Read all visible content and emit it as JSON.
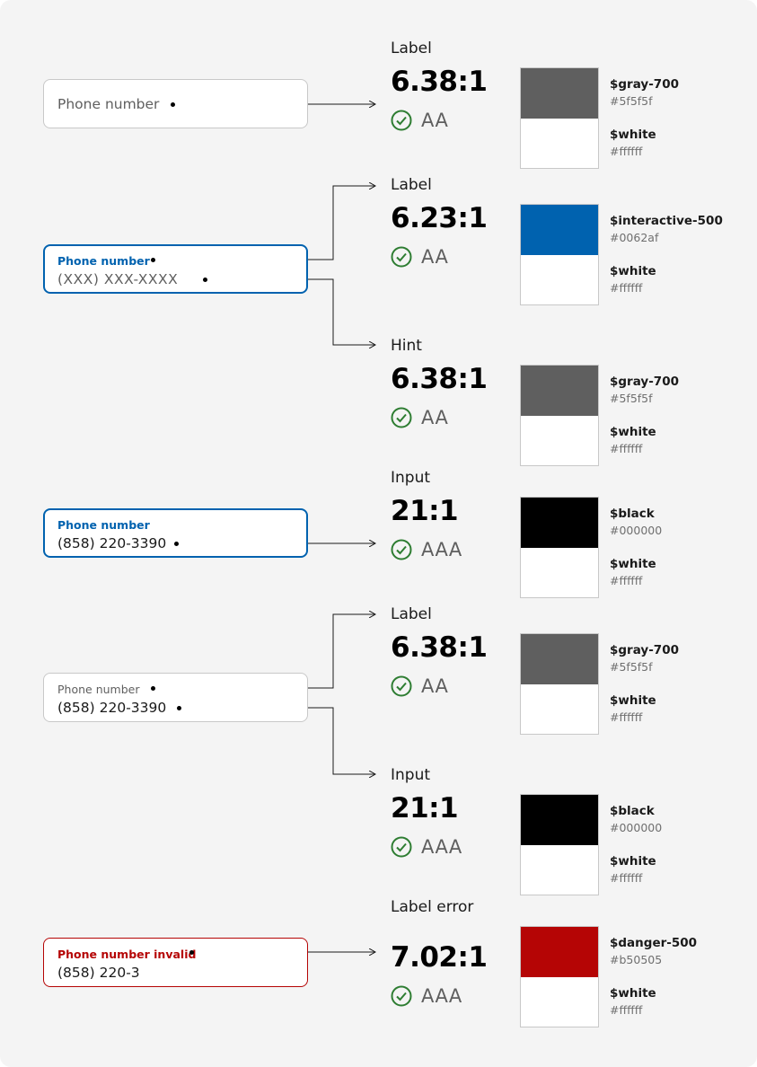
{
  "fields": {
    "f1": {
      "label": "Phone number"
    },
    "f2": {
      "label": "Phone number",
      "placeholder": "(XXX) XXX-XXXX"
    },
    "f3": {
      "label": "Phone number",
      "value": "(858) 220-3390"
    },
    "f4": {
      "label": "Phone number",
      "value": "(858) 220-3390"
    },
    "f5": {
      "label": "Phone number invalid",
      "value": "(858) 220-3"
    }
  },
  "annotations": [
    {
      "title": "Label",
      "ratio": "6.38:1",
      "level": "AA",
      "fg": {
        "name": "$gray-700",
        "hex": "#5f5f5f"
      },
      "bg": {
        "name": "$white",
        "hex": "#ffffff"
      }
    },
    {
      "title": "Label",
      "ratio": "6.23:1",
      "level": "AA",
      "fg": {
        "name": "$interactive-500",
        "hex": "#0062af"
      },
      "bg": {
        "name": "$white",
        "hex": "#ffffff"
      }
    },
    {
      "title": "Hint",
      "ratio": "6.38:1",
      "level": "AA",
      "fg": {
        "name": "$gray-700",
        "hex": "#5f5f5f"
      },
      "bg": {
        "name": "$white",
        "hex": "#ffffff"
      }
    },
    {
      "title": "Input",
      "ratio": "21:1",
      "level": "AAA",
      "fg": {
        "name": "$black",
        "hex": "#000000"
      },
      "bg": {
        "name": "$white",
        "hex": "#ffffff"
      }
    },
    {
      "title": "Label",
      "ratio": "6.38:1",
      "level": "AA",
      "fg": {
        "name": "$gray-700",
        "hex": "#5f5f5f"
      },
      "bg": {
        "name": "$white",
        "hex": "#ffffff"
      }
    },
    {
      "title": "Input",
      "ratio": "21:1",
      "level": "AAA",
      "fg": {
        "name": "$black",
        "hex": "#000000"
      },
      "bg": {
        "name": "$white",
        "hex": "#ffffff"
      }
    },
    {
      "title": "Label error",
      "ratio": "7.02:1",
      "level": "AAA",
      "fg": {
        "name": "$danger-500",
        "hex": "#b50505"
      },
      "bg": {
        "name": "$white",
        "hex": "#ffffff"
      }
    }
  ],
  "colors": {
    "interactive": "#0062af",
    "danger": "#b50505",
    "gray": "#5f5f5f",
    "success": "#2e7d32",
    "neutral_border": "#c8c8c8"
  },
  "icons": {
    "check": "check-circle-icon"
  }
}
